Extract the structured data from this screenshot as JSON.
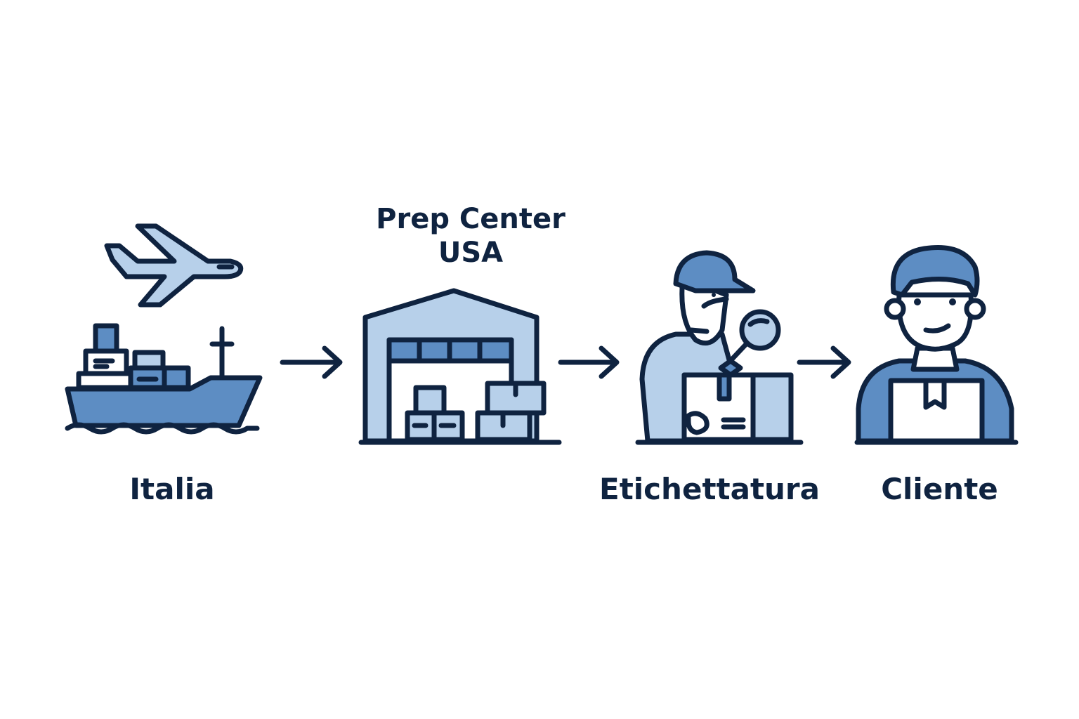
{
  "colors": {
    "outline": "#0f2340",
    "light_blue": "#b7d0ea",
    "mid_blue": "#5d8dc3",
    "white": "#ffffff"
  },
  "icons": [
    "airplane-icon",
    "cargo-ship-icon",
    "warehouse-icon",
    "worker-inspecting-icon",
    "customer-icon",
    "arrow-right-icon"
  ],
  "steps": {
    "origin": {
      "label": "Italia"
    },
    "prep_center": {
      "label_line1": "Prep Center",
      "label_line2": "USA"
    },
    "labeling": {
      "label": "Etichettatura"
    },
    "customer": {
      "label": "Cliente"
    }
  }
}
